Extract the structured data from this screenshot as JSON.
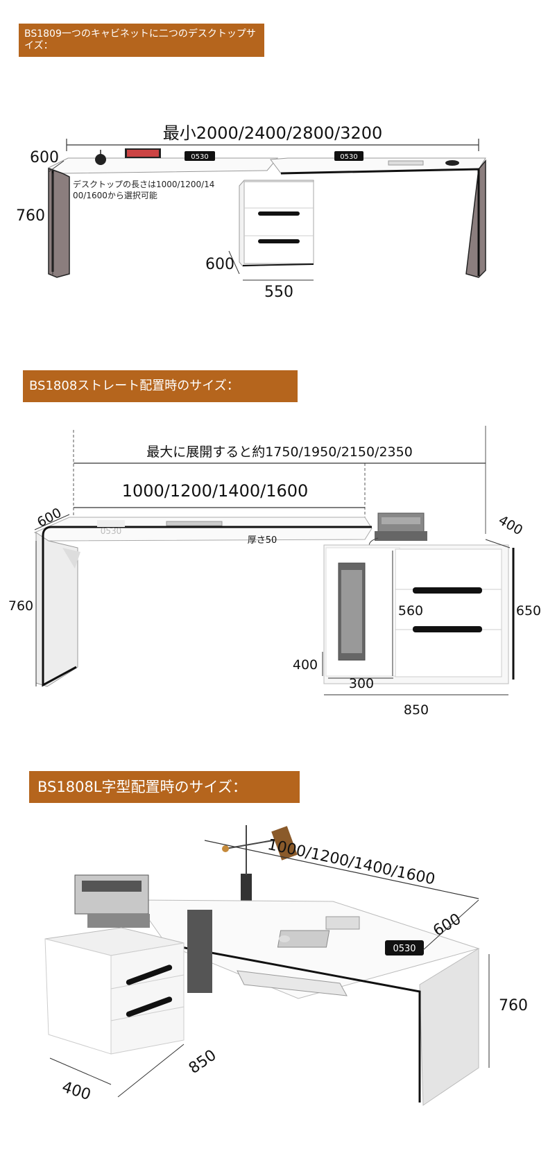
{
  "sections": [
    {
      "banner": "BS1809一つのキャビネットに二つのデスクトップサイズ：",
      "total_width_label": "最小2000/2400/2800/3200",
      "depth_label": "600",
      "height_label": "760",
      "note_line1": "デスクトップの長さは1000/1200/14",
      "note_line2": "00/1600から選択可能",
      "cabinet_depth_label": "600",
      "cabinet_width_label": "550",
      "clock_left": "0530",
      "clock_right": "0530"
    },
    {
      "banner": "BS1808ストレート配置時のサイズ：",
      "max_width_label": "最大に展開すると約1750/1950/2150/2350",
      "desk_width_label": "1000/1200/1400/1600",
      "depth_label": "600",
      "height_label": "760",
      "thickness_label": "厚さ50",
      "cabinet_depth_label": "400",
      "cabinet_height_label": "650",
      "inner_height_label": "560",
      "bottom_height_label": "400",
      "inner_width_label": "300",
      "cabinet_width_label": "850",
      "clock": "0530"
    },
    {
      "banner": "BS1808L字型配置時のサイズ：",
      "desk_width_label": "1000/1200/1400/1600",
      "depth_label": "600",
      "height_label": "760",
      "cabinet_width_label": "850",
      "cabinet_depth_label": "400",
      "clock": "0530"
    }
  ]
}
